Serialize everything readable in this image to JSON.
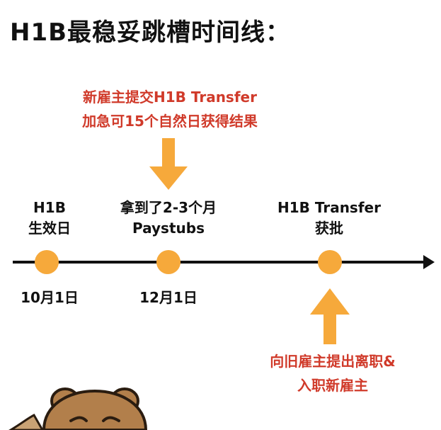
{
  "title": "H1B最稳妥跳槽时间线：",
  "top_note": [
    "新雇主提交H1B Transfer",
    "加急可15个自然日获得结果"
  ],
  "bottom_note": [
    "向旧雇主提出离职&",
    "入职新雇主"
  ],
  "milestones": [
    {
      "label": [
        "H1B",
        "生效日"
      ],
      "date": "10月1日"
    },
    {
      "label": [
        "拿到了2-3个月",
        "Paystubs"
      ],
      "date": "12月1日"
    },
    {
      "label": [
        "H1B Transfer",
        "获批"
      ],
      "date": ""
    }
  ],
  "colors": {
    "accent": "#f6a93b",
    "note": "#d03a2a",
    "line": "#111111"
  },
  "icons": [
    "down-arrow-icon",
    "up-arrow-icon",
    "timeline-arrowhead-icon",
    "bear-mascot-icon"
  ]
}
